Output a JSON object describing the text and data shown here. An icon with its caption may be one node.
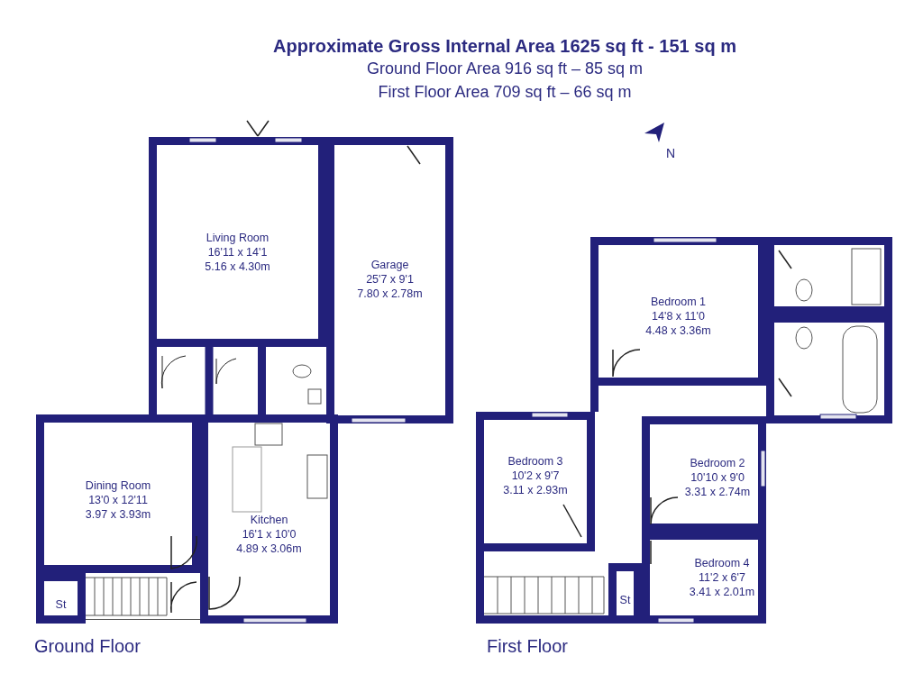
{
  "diagram": {
    "title": "Approximate Gross Internal Area 1625 sq ft - 151 sq m",
    "nodes": [
      {
        "text": [
          "Living Room",
          "16'11 x 14'1",
          "5.16 x 4.30m"
        ]
      },
      {
        "text": [
          "Garage",
          "25'7 x 9'1",
          "7.80 x 2.78m"
        ]
      },
      {
        "text": [
          "Dining Room",
          "13'0 x 12'11",
          "3.97 x 3.93m"
        ]
      },
      {
        "text": [
          "Kitchen",
          "16'1 x 10'0",
          "4.89 x 3.06m"
        ]
      },
      {
        "text": [
          "St"
        ]
      },
      {
        "text": [
          "Bedroom 1",
          "14'8 x 11'0",
          "4.48 x 3.36m"
        ]
      },
      {
        "text": [
          "Bedroom 3",
          "10'2 x 9'7",
          "3.11 x 2.93m"
        ]
      },
      {
        "text": [
          "Bedroom 2",
          "10'10 x 9'0",
          "3.31 x 2.74m"
        ]
      },
      {
        "text": [
          "Bedroom 4",
          "11'2 x 6'7",
          "3.41 x 2.01m"
        ]
      },
      {
        "text": [
          "St"
        ]
      }
    ],
    "edges": [],
    "labels": [
      "Ground Floor Area 916 sq ft – 85 sq m",
      "First Floor Area 709 sq ft – 66 sq m",
      "N",
      "Ground Floor",
      "First Floor"
    ]
  }
}
